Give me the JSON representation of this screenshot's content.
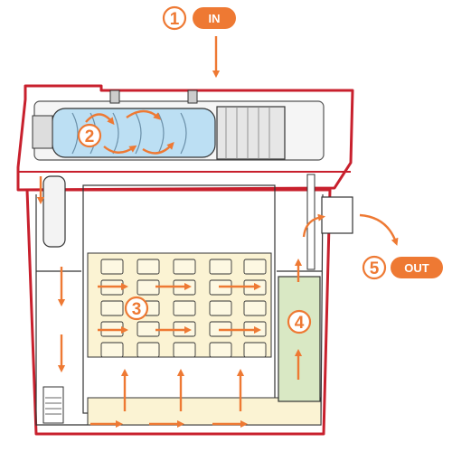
{
  "colors": {
    "accent": "#ee7933",
    "housing": "#c8202d",
    "filter_media": "#fbf3d3",
    "uv_lamp": "#bcdff3",
    "bio_chamber": "#d9e8c4",
    "outline": "#333333"
  },
  "steps": [
    {
      "number": "1",
      "label": "IN"
    },
    {
      "number": "2"
    },
    {
      "number": "3"
    },
    {
      "number": "4"
    },
    {
      "number": "5",
      "label": "OUT"
    }
  ]
}
